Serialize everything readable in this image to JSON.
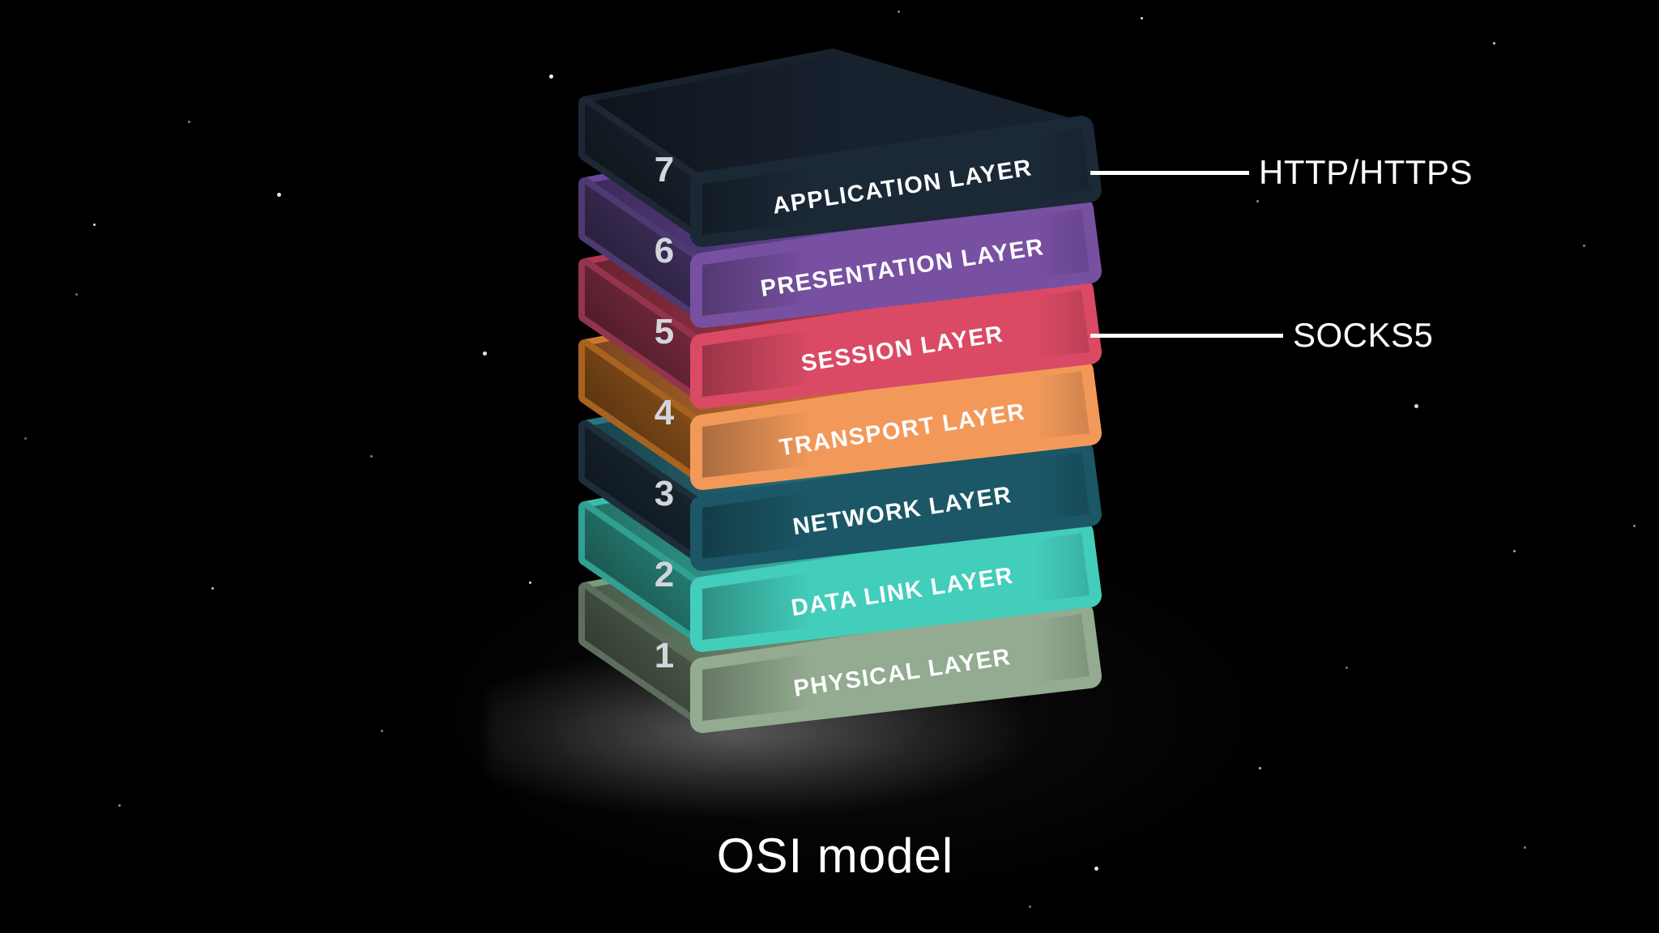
{
  "title": "OSI model",
  "colors": {
    "background": "#000000",
    "text": "#ffffff",
    "number": "#d2d6dc",
    "line": "#ffffff"
  },
  "layers": [
    {
      "number": "7",
      "label": "APPLICATION LAYER",
      "front": "#1b2836",
      "top": "#18222f",
      "side": "#1e2835"
    },
    {
      "number": "6",
      "label": "PRESENTATION LAYER",
      "front": "#7850a2",
      "top": "#67479a",
      "side": "#4d3a70"
    },
    {
      "number": "5",
      "label": "SESSION LAYER",
      "front": "#da4a64",
      "top": "#b03950",
      "side": "#93344c"
    },
    {
      "number": "4",
      "label": "TRANSPORT LAYER",
      "front": "#f2995a",
      "top": "#cd7633",
      "side": "#a8621f"
    },
    {
      "number": "3",
      "label": "NETWORK LAYER",
      "front": "#1b5766",
      "top": "#2a7381",
      "side": "#1d2d3a"
    },
    {
      "number": "2",
      "label": "DATA LINK LAYER",
      "front": "#43cdbb",
      "top": "#3cbcac",
      "side": "#319f92"
    },
    {
      "number": "1",
      "label": "PHYSICAL LAYER",
      "front": "#93ab90",
      "top": "#7a9a7c",
      "side": "#5e6e5c"
    }
  ],
  "annotations": [
    {
      "text": "HTTP/HTTPS",
      "points_to": "APPLICATION LAYER"
    },
    {
      "text": "SOCKS5",
      "points_to": "SESSION LAYER"
    }
  ]
}
